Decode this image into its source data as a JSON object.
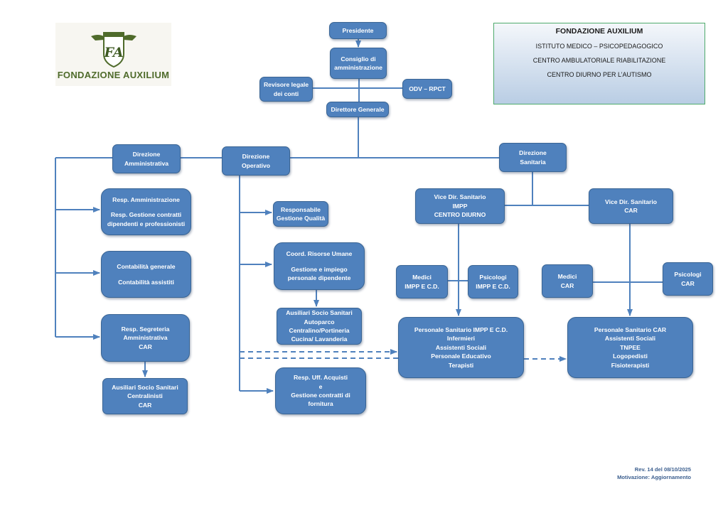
{
  "colors": {
    "box_fill": "#4f81bd",
    "box_border": "#3a6594",
    "connector": "#4f81bd",
    "logo_green": "#4f6b2b",
    "info_border": "#4eaa6c",
    "revision_text": "#3c5f8f"
  },
  "logo": {
    "icon": "fa-monogram-shield-icon",
    "monogram": "FA",
    "name": "FONDAZIONE AUXILIUM"
  },
  "info_box": {
    "title": "FONDAZIONE AUXILIUM",
    "lines": [
      "ISTITUTO MEDICO – PSICOPEDAGOGICO",
      "CENTRO AMBULATORIALE RIABILITAZIONE",
      "CENTRO DIURNO PER L’AUTISMO"
    ]
  },
  "nodes": {
    "presidente": [
      "Presidente"
    ],
    "consiglio": [
      "Consiglio di",
      "amministrazione"
    ],
    "revisore": [
      "Revisore legale",
      "dei conti"
    ],
    "odv": [
      "ODV – RPCT"
    ],
    "direttore_generale": [
      "Direttore Generale"
    ],
    "dir_amministrativa": [
      "Direzione",
      "Amministrativa"
    ],
    "dir_operativo": [
      "Direzione",
      "Operativo"
    ],
    "dir_sanitaria": [
      "Direzione",
      "Sanitaria"
    ],
    "resp_amministrazione": [
      "Resp. Amministrazione",
      "",
      "Resp. Gestione contratti",
      "dipendenti  e professionisti"
    ],
    "contabilita": [
      "Contabilità generale",
      "",
      "Contabilità assistiti"
    ],
    "segreteria": [
      "Resp. Segreteria",
      "Amministrativa",
      "CAR"
    ],
    "ausiliari_car": [
      "Ausiliari Socio Sanitari",
      "Centralinisti",
      "CAR"
    ],
    "qualita": [
      "Responsabile",
      "Gestione Qualità"
    ],
    "risorse_umane": [
      "Coord. Risorse Umane",
      "",
      "Gestione e impiego",
      "personale dipendente"
    ],
    "ausiliari_op": [
      "Ausiliari Socio Sanitari",
      "Autoparco",
      "Centralino/Portineria",
      "Cucina/ Lavanderia"
    ],
    "acquisti": [
      "Resp. Uff. Acquisti",
      "e",
      "Gestione contratti di",
      "fornitura"
    ],
    "vice_impp": [
      "Vice  Dir. Sanitario",
      "IMPP",
      "CENTRO DIURNO"
    ],
    "vice_car": [
      "Vice  Dir. Sanitario",
      "CAR"
    ],
    "medici_impp": [
      "Medici",
      "IMPP E C.D."
    ],
    "psicologi_impp": [
      "Psicologi",
      "IMPP E C.D."
    ],
    "medici_car": [
      "Medici",
      "CAR"
    ],
    "psicologi_car": [
      "Psicologi",
      "CAR"
    ],
    "personale_impp": [
      "Personale Sanitario IMPP E C.D.",
      "Infermieri",
      "Assistenti Sociali",
      "Personale Educativo",
      "Terapisti"
    ],
    "personale_car": [
      "Personale Sanitario CAR",
      "Assistenti Sociali",
      "TNPEE",
      "Logopedisti",
      "Fisioterapisti"
    ]
  },
  "revision": {
    "line1": "Rev. 14 del 08/10/2025",
    "line2": "Motivazione: Aggiornamento"
  }
}
